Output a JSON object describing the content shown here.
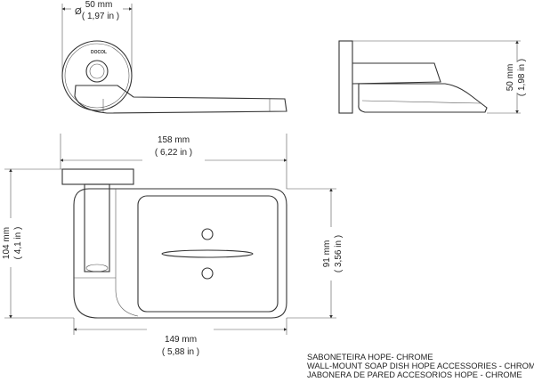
{
  "top_view": {
    "diameter_symbol": "Ø",
    "mm": "50 mm",
    "in": "( 1,97 in )",
    "logo": "DOCOL"
  },
  "side_view": {
    "mm": "50 mm",
    "in": "( 1,98 in )"
  },
  "front_view": {
    "width_mm": "158 mm",
    "width_in": "( 6,22 in )",
    "height_mm": "104 mm",
    "height_in": "( 4,1 in )",
    "dish_height_mm": "91 mm",
    "dish_height_in": "( 3,56 in )",
    "dish_width_mm": "149 mm",
    "dish_width_in": "( 5,88 in )"
  },
  "caption": {
    "line1": "SABONETEIRA HOPE- CHROME",
    "line2": "WALL-MOUNT SOAP DISH HOPE ACCESSORIES - CHROME",
    "line3": "JABONERA DE PARED ACCESORIOS HOPE - CHROME"
  }
}
